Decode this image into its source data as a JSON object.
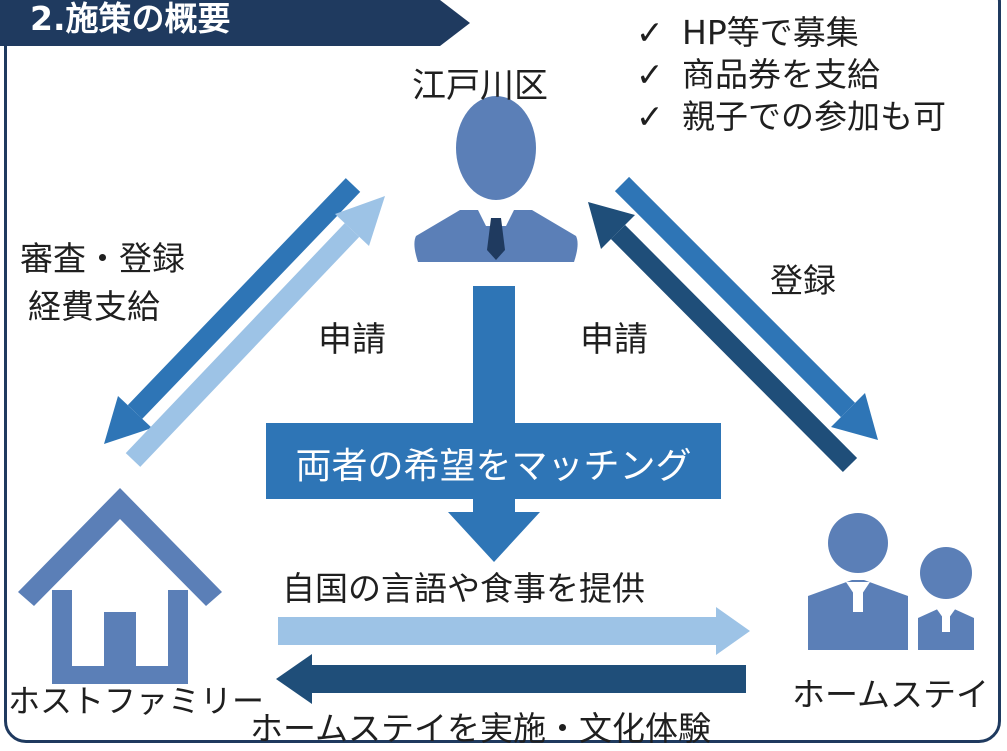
{
  "title": "2.施策の概要",
  "center_actor": "江戸川区",
  "features": [
    {
      "mark": "✓",
      "text": "HP等で募集"
    },
    {
      "mark": "✓",
      "text": "商品券を支給"
    },
    {
      "mark": "✓",
      "text": "親子での参加も可"
    }
  ],
  "left_flow_label_line1": "審査・登録",
  "left_flow_label_line2": "経費支給",
  "left_apply_label": "申請",
  "right_apply_label": "申請",
  "right_flow_label": "登録",
  "matching_label": "両者の希望をマッチング",
  "host_family_label": "ホストファミリー",
  "homestay_label": "ホームステイ",
  "provide_label": "自国の言語や食事を提供",
  "experience_label": "ホームステイを実施・文化体験",
  "colors": {
    "navy": "#1f3a5f",
    "blue": "#2e75b6",
    "dark_blue": "#1f4e79",
    "light_blue": "#9dc3e6",
    "icon_blue": "#5b7fb7"
  }
}
